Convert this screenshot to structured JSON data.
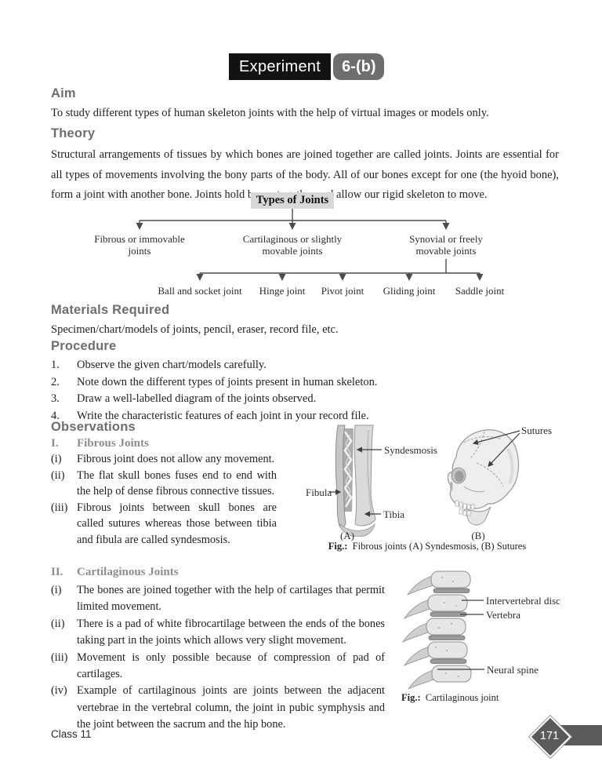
{
  "header": {
    "badge_label": "Experiment",
    "badge_number": "6-(b)"
  },
  "aim": {
    "heading": "Aim",
    "text": "To study different types of human skeleton joints with the help of virtual images or models only."
  },
  "theory": {
    "heading": "Theory",
    "text": "Structural arrangements of tissues by which bones are joined together are called joints. Joints are essential for all types of movements involving the bony parts of the body. All of our bones except for one (the hyoid bone), form a joint with another bone. Joints hold bones together and allow our rigid skeleton to move."
  },
  "flowchart": {
    "title": "Types of Joints",
    "branches": [
      {
        "line1": "Fibrous or immovable",
        "line2": "joints"
      },
      {
        "line1": "Cartilaginous or slightly",
        "line2": "movable joints"
      },
      {
        "line1": "Synovial or freely",
        "line2": "movable joints"
      }
    ],
    "synovial_types": [
      "Ball and socket joint",
      "Hinge joint",
      "Pivot joint",
      "Gliding joint",
      "Saddle joint"
    ]
  },
  "materials": {
    "heading": "Materials Required",
    "text": "Specimen/chart/models of joints, pencil, eraser, record file, etc."
  },
  "procedure": {
    "heading": "Procedure",
    "steps": [
      {
        "num": "1.",
        "text": "Observe the given chart/models carefully."
      },
      {
        "num": "2.",
        "text": "Note down the different types of joints present in human skeleton."
      },
      {
        "num": "3.",
        "text": "Draw a well-labelled diagram of the joints observed."
      },
      {
        "num": "4.",
        "text": "Write the characteristic features of each joint in your record file."
      }
    ]
  },
  "observations": {
    "heading": "Observations",
    "fibrous": {
      "num": "I.",
      "heading": "Fibrous Joints",
      "items": [
        {
          "marker": "(i)",
          "text": "Fibrous joint does not allow any movement."
        },
        {
          "marker": "(ii)",
          "text": "The flat skull bones fuses end to end with the help of dense fibrous connective tissues."
        },
        {
          "marker": "(iii)",
          "text": "Fibrous joints between skull bones are called sutures whereas those between tibia and fibula are called syndesmosis."
        }
      ]
    },
    "cartilaginous": {
      "num": "II.",
      "heading": "Cartilaginous Joints",
      "items": [
        {
          "marker": "(i)",
          "text": "The bones are joined together with the help of cartilages that permit limited movement."
        },
        {
          "marker": "(ii)",
          "text": "There is a pad of white fibrocartilage between the ends of the bones taking part in the joints which allows very slight movement."
        },
        {
          "marker": "(iii)",
          "text": "Movement is only possible because of compression of pad of cartilages."
        },
        {
          "marker": "(iv)",
          "text": "Example of cartilaginous joints are joints between the adjacent vertebrae in the vertebral column, the joint in pubic symphysis and the joint between the sacrum and the hip bone."
        }
      ]
    }
  },
  "fig_fibrous": {
    "label_syndesmosis": "Syndesmosis",
    "label_fibula": "Fibula",
    "label_tibia": "Tibia",
    "label_sutures": "Sutures",
    "sub_a": "(A)",
    "sub_b": "(B)",
    "caption_prefix": "Fig.:",
    "caption_text": "Fibrous joints (A) Syndesmosis, (B) Sutures"
  },
  "fig_cartilaginous": {
    "label_disc": "Intervertebral disc",
    "label_vertebra": "Vertebra",
    "label_neural_spine": "Neural spine",
    "caption_prefix": "Fig.:",
    "caption_text": "Cartilaginous joint"
  },
  "footer": {
    "class_label": "Class 11",
    "page_number": "171"
  },
  "colors": {
    "experiment_box": "#121212",
    "experiment_badge": "#6e6e6e",
    "section_heading": "#6e6e6e",
    "sub_heading": "#8d8d8d",
    "body_text": "#1f1f1f",
    "flowchart_title_bg": "#d8d8d8",
    "flowchart_lines": "#4c4c4c",
    "footer_bar": "#5a5a5a"
  }
}
